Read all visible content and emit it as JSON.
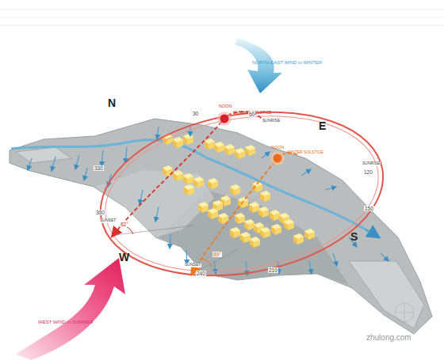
{
  "diagram": {
    "labels": [
      "NORTH-EAST WIND in WINTER",
      "N",
      "30",
      "NOON",
      "SUMMER SOLSTICE",
      "60",
      "SUNRISE",
      "E",
      "NOON",
      "WINTER SOLSTICE",
      "SUNRISE",
      "120",
      "330",
      "150",
      "300",
      "SUNSET",
      "62°",
      "89°",
      "W",
      "SUNSET",
      "240",
      "210",
      "S",
      "WEST WIND in SUMMER",
      "zhulong.com"
    ]
  }
}
